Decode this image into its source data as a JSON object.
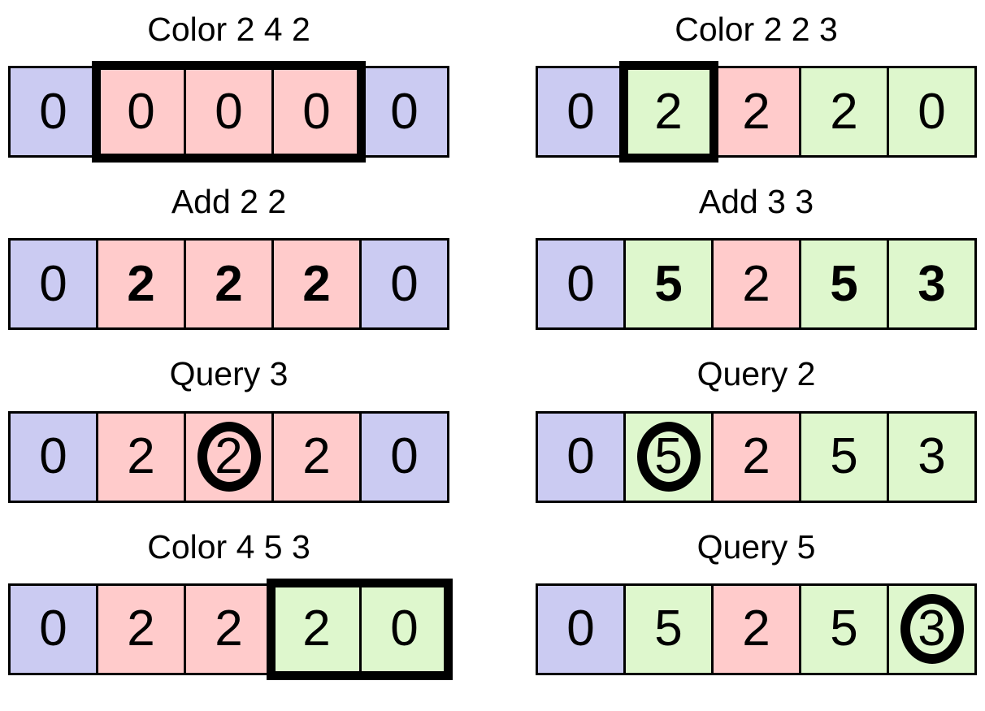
{
  "colors": {
    "blue": "#cbcbf2",
    "pink": "#ffcbcb",
    "green": "#def7cd",
    "outline": "#000000"
  },
  "panels": [
    {
      "title": "Color 2 4 2",
      "cells": [
        {
          "value": "0",
          "color": "blue"
        },
        {
          "value": "0",
          "color": "pink"
        },
        {
          "value": "0",
          "color": "pink"
        },
        {
          "value": "0",
          "color": "pink"
        },
        {
          "value": "0",
          "color": "blue"
        }
      ],
      "highlight": {
        "from": 1,
        "to": 3
      }
    },
    {
      "title": "Color 2 2 3",
      "cells": [
        {
          "value": "0",
          "color": "blue"
        },
        {
          "value": "2",
          "color": "green"
        },
        {
          "value": "2",
          "color": "pink"
        },
        {
          "value": "2",
          "color": "green"
        },
        {
          "value": "0",
          "color": "green"
        }
      ],
      "highlight": {
        "from": 1,
        "to": 1
      }
    },
    {
      "title": "Add 2 2",
      "cells": [
        {
          "value": "0",
          "color": "blue"
        },
        {
          "value": "2",
          "color": "pink",
          "bold": true
        },
        {
          "value": "2",
          "color": "pink",
          "bold": true
        },
        {
          "value": "2",
          "color": "pink",
          "bold": true
        },
        {
          "value": "0",
          "color": "blue"
        }
      ]
    },
    {
      "title": "Add 3 3",
      "cells": [
        {
          "value": "0",
          "color": "blue"
        },
        {
          "value": "5",
          "color": "green",
          "bold": true
        },
        {
          "value": "2",
          "color": "pink"
        },
        {
          "value": "5",
          "color": "green",
          "bold": true
        },
        {
          "value": "3",
          "color": "green",
          "bold": true
        }
      ]
    },
    {
      "title": "Query 3",
      "cells": [
        {
          "value": "0",
          "color": "blue"
        },
        {
          "value": "2",
          "color": "pink"
        },
        {
          "value": "2",
          "color": "pink",
          "circled": true
        },
        {
          "value": "2",
          "color": "pink"
        },
        {
          "value": "0",
          "color": "blue"
        }
      ]
    },
    {
      "title": "Query 2",
      "cells": [
        {
          "value": "0",
          "color": "blue"
        },
        {
          "value": "5",
          "color": "green",
          "circled": true
        },
        {
          "value": "2",
          "color": "pink"
        },
        {
          "value": "5",
          "color": "green"
        },
        {
          "value": "3",
          "color": "green"
        }
      ]
    },
    {
      "title": "Color 4 5 3",
      "cells": [
        {
          "value": "0",
          "color": "blue"
        },
        {
          "value": "2",
          "color": "pink"
        },
        {
          "value": "2",
          "color": "pink"
        },
        {
          "value": "2",
          "color": "green"
        },
        {
          "value": "0",
          "color": "green"
        }
      ],
      "highlight": {
        "from": 3,
        "to": 4
      }
    },
    {
      "title": "Query 5",
      "cells": [
        {
          "value": "0",
          "color": "blue"
        },
        {
          "value": "5",
          "color": "green"
        },
        {
          "value": "2",
          "color": "pink"
        },
        {
          "value": "5",
          "color": "green"
        },
        {
          "value": "3",
          "color": "green",
          "circled": true
        }
      ]
    }
  ]
}
